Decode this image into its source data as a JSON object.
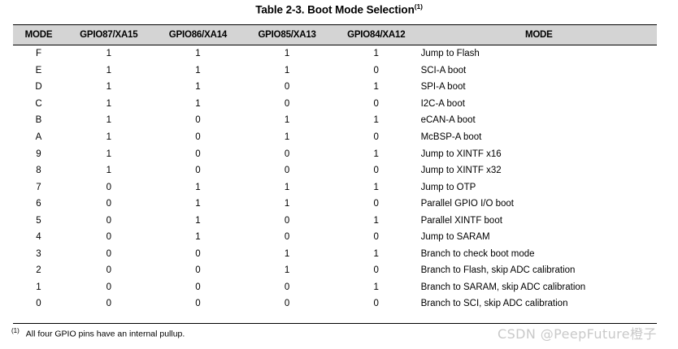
{
  "title": {
    "text": "Table 2-3. Boot Mode Selection",
    "superscript": "(1)"
  },
  "table": {
    "headers": [
      "MODE",
      "GPIO87/XA15",
      "GPIO86/XA14",
      "GPIO85/XA13",
      "GPIO84/XA12",
      "MODE"
    ],
    "rows": [
      {
        "mode": "F",
        "xa15": "1",
        "xa14": "1",
        "xa13": "1",
        "xa12": "1",
        "desc": "Jump to Flash"
      },
      {
        "mode": "E",
        "xa15": "1",
        "xa14": "1",
        "xa13": "1",
        "xa12": "0",
        "desc": "SCI-A boot"
      },
      {
        "mode": "D",
        "xa15": "1",
        "xa14": "1",
        "xa13": "0",
        "xa12": "1",
        "desc": "SPI-A boot"
      },
      {
        "mode": "C",
        "xa15": "1",
        "xa14": "1",
        "xa13": "0",
        "xa12": "0",
        "desc": "I2C-A boot"
      },
      {
        "mode": "B",
        "xa15": "1",
        "xa14": "0",
        "xa13": "1",
        "xa12": "1",
        "desc": "eCAN-A boot"
      },
      {
        "mode": "A",
        "xa15": "1",
        "xa14": "0",
        "xa13": "1",
        "xa12": "0",
        "desc": "McBSP-A boot"
      },
      {
        "mode": "9",
        "xa15": "1",
        "xa14": "0",
        "xa13": "0",
        "xa12": "1",
        "desc": "Jump to XINTF x16"
      },
      {
        "mode": "8",
        "xa15": "1",
        "xa14": "0",
        "xa13": "0",
        "xa12": "0",
        "desc": "Jump to XINTF x32"
      },
      {
        "mode": "7",
        "xa15": "0",
        "xa14": "1",
        "xa13": "1",
        "xa12": "1",
        "desc": "Jump to OTP"
      },
      {
        "mode": "6",
        "xa15": "0",
        "xa14": "1",
        "xa13": "1",
        "xa12": "0",
        "desc": "Parallel GPIO I/O boot"
      },
      {
        "mode": "5",
        "xa15": "0",
        "xa14": "1",
        "xa13": "0",
        "xa12": "1",
        "desc": "Parallel XINTF boot"
      },
      {
        "mode": "4",
        "xa15": "0",
        "xa14": "1",
        "xa13": "0",
        "xa12": "0",
        "desc": "Jump to SARAM"
      },
      {
        "mode": "3",
        "xa15": "0",
        "xa14": "0",
        "xa13": "1",
        "xa12": "1",
        "desc": "Branch to check boot mode"
      },
      {
        "mode": "2",
        "xa15": "0",
        "xa14": "0",
        "xa13": "1",
        "xa12": "0",
        "desc": "Branch to Flash, skip ADC calibration"
      },
      {
        "mode": "1",
        "xa15": "0",
        "xa14": "0",
        "xa13": "0",
        "xa12": "1",
        "desc": "Branch to SARAM, skip ADC calibration"
      },
      {
        "mode": "0",
        "xa15": "0",
        "xa14": "0",
        "xa13": "0",
        "xa12": "0",
        "desc": "Branch to SCI, skip ADC calibration"
      }
    ]
  },
  "footnote": {
    "marker": "(1)",
    "text": "All four GPIO pins have an internal pullup."
  },
  "watermark": {
    "text": "CSDN @PeepFuture橙子"
  },
  "colors": {
    "header_background": "#d4d4d4",
    "rule": "#000000",
    "text": "#000000",
    "watermark": "#c9c9c9",
    "page_background": "#ffffff"
  }
}
